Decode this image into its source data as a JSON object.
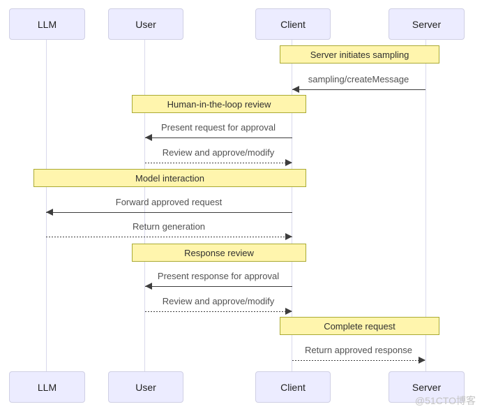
{
  "diagram": {
    "type": "sequence-diagram",
    "actors": [
      {
        "id": "llm",
        "label": "LLM"
      },
      {
        "id": "user",
        "label": "User"
      },
      {
        "id": "client",
        "label": "Client"
      },
      {
        "id": "server",
        "label": "Server"
      }
    ],
    "notes": [
      {
        "label": "Server initiates sampling",
        "over": [
          "Client",
          "Server"
        ]
      },
      {
        "label": "Human-in-the-loop review",
        "over": [
          "User",
          "Client"
        ]
      },
      {
        "label": "Model interaction",
        "over": [
          "LLM",
          "Client"
        ]
      },
      {
        "label": "Response review",
        "over": [
          "User",
          "Client"
        ]
      },
      {
        "label": "Complete request",
        "over": [
          "Client",
          "Server"
        ]
      }
    ],
    "messages": [
      {
        "label": "sampling/createMessage",
        "from": "Server",
        "to": "Client",
        "line": "solid"
      },
      {
        "label": "Present request for approval",
        "from": "Client",
        "to": "User",
        "line": "solid"
      },
      {
        "label": "Review and approve/modify",
        "from": "User",
        "to": "Client",
        "line": "dotted"
      },
      {
        "label": "Forward approved request",
        "from": "Client",
        "to": "LLM",
        "line": "solid"
      },
      {
        "label": "Return generation",
        "from": "LLM",
        "to": "Client",
        "line": "dotted"
      },
      {
        "label": "Present response for approval",
        "from": "Client",
        "to": "User",
        "line": "solid"
      },
      {
        "label": "Review and approve/modify",
        "from": "User",
        "to": "Client",
        "line": "dotted"
      },
      {
        "label": "Return approved response",
        "from": "Client",
        "to": "Server",
        "line": "dotted"
      }
    ],
    "colors": {
      "actor_fill": "#ECECFF",
      "actor_border": "#cfcfe4",
      "note_fill": "#fff5ad",
      "note_border": "#aaaa33",
      "lifeline": "#d9d9ec",
      "message_line": "#3d3d3d",
      "message_text": "#515151",
      "watermark_text": "#c4c4c4"
    },
    "watermark": "@51CTO博客"
  }
}
